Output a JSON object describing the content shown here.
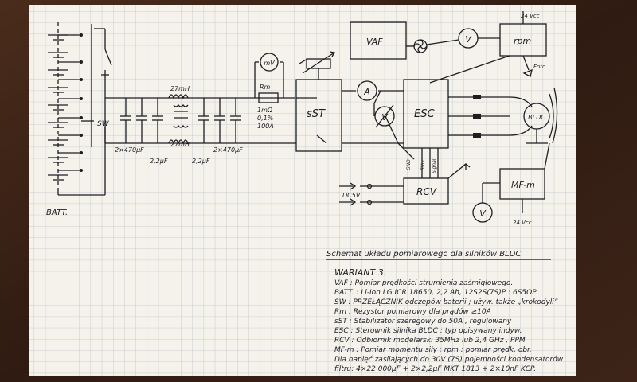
{
  "title": "Schemat układu pomiarowego dla silników BLDC.",
  "labels": {
    "vaf": "VAF",
    "rpm": "rpm",
    "vcc_top": "24 Vcc",
    "foto": "Foto",
    "mv": "mV",
    "rm": "Rm",
    "sst": "sST",
    "esc": "ESC",
    "rcv": "RCV",
    "mfm": "MF-m",
    "vcc_bottom": "24 Vcc",
    "a": "A",
    "v": "V",
    "bldc": "BLDC",
    "sw": "SW",
    "batt": "BATT.",
    "dc5v": "DC5V",
    "gnd": "GND",
    "vcc5": "5Vcc",
    "signal": "Signal",
    "l1": "27mH",
    "l2": "27mH",
    "cap1": "2×470μF",
    "cap2": "2,2μF",
    "cap3": "2,2μF",
    "cap4": "2×470μF",
    "rm_value_1": "1mΩ",
    "rm_value_2": "0,1%",
    "rm_value_3": "100A"
  },
  "legend": {
    "heading": "WARIANT 3.",
    "lines": [
      "VAF   : Pomiar prędkości strumienia zaśmigłowego.",
      "BATT. : Li-Ion LG ICR 18650, 2,2 Ah, 12S2S(7S)P : 6S5OP",
      "SW    : PRZEŁĄCZNIK odczepów baterii ; używ. także „krokodyli”",
      "Rm    : Rezystor pomiarowy dla prądów ≥10A",
      "sST   : Stabilizator szeregowy do 50A , regulowany",
      "ESC   : Sterownik silnika BLDC ; typ opisywany indyw.",
      "RCV   : Odbiornik modelarski 35MHz lub 2,4 GHz , PPM",
      "MF-m  : Pomiar momentu siły ; rpm : pomiar prędk. obr.",
      "Dla napięć zasilających do 30V (7S) pojemności kondensatorów",
      "filtru: 4×22 000μF + 2×2,2μF MKT 1813 + 2×10nF KCP."
    ]
  }
}
